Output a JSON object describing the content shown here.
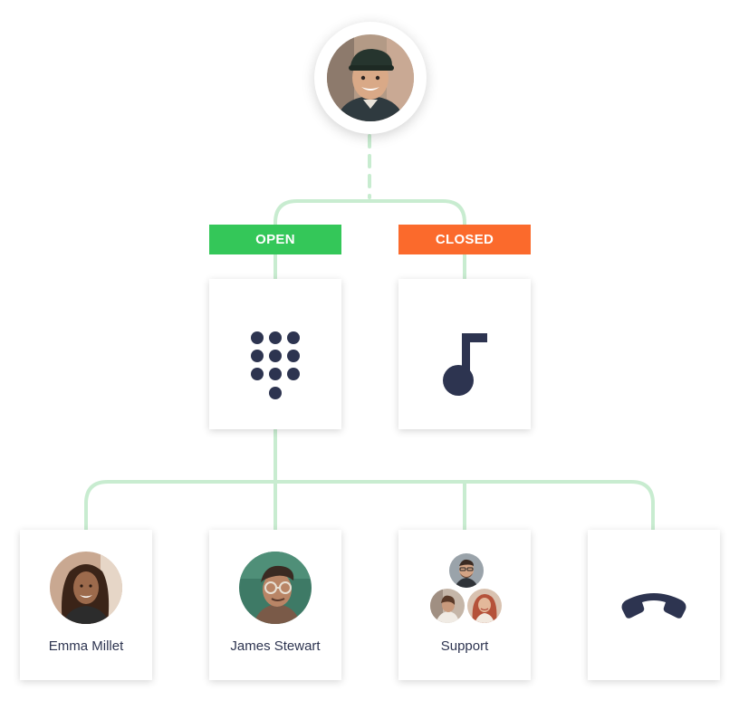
{
  "branches": {
    "open_label": "OPEN",
    "closed_label": "CLOSED"
  },
  "colors": {
    "open": "#34c759",
    "closed": "#fb6a2c",
    "connector": "#c8ecd0",
    "icon": "#2d3450"
  },
  "nodes": {
    "caller": {
      "icon": "caller-avatar"
    },
    "ivr": {
      "icon": "dialpad-icon"
    },
    "hold_music": {
      "icon": "music-note-icon"
    },
    "agents": [
      {
        "label": "Emma Millet",
        "icon": "avatar"
      },
      {
        "label": "James Stewart",
        "icon": "avatar"
      },
      {
        "label": "Support",
        "icon": "group-avatars"
      },
      {
        "label": "",
        "icon": "hang-up-icon"
      }
    ]
  }
}
